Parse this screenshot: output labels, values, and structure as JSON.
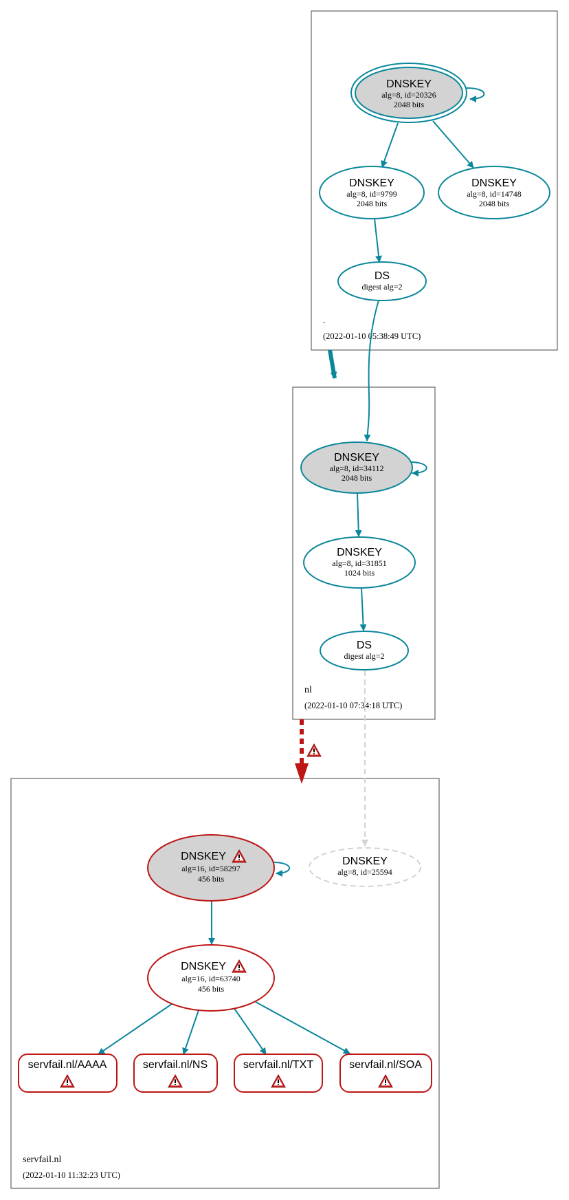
{
  "colors": {
    "secure": "#0a879a",
    "bogus": "#be1515",
    "insecure_dashed": "#d3d3d3",
    "ksk_fill": "#d3d3d3",
    "box_stroke": "#444444"
  },
  "zones": [
    {
      "label": ".",
      "timestamp": "(2022-01-10 05:38:49 UTC)"
    },
    {
      "label": "nl",
      "timestamp": "(2022-01-10 07:34:18 UTC)"
    },
    {
      "label": "servfail.nl",
      "timestamp": "(2022-01-10 11:32:23 UTC)"
    }
  ],
  "nodes": {
    "root_ksk": {
      "title": "DNSKEY",
      "l1": "alg=8, id=20326",
      "l2": "2048 bits"
    },
    "root_zsk1": {
      "title": "DNSKEY",
      "l1": "alg=8, id=9799",
      "l2": "2048 bits"
    },
    "root_zsk2": {
      "title": "DNSKEY",
      "l1": "alg=8, id=14748",
      "l2": "2048 bits"
    },
    "root_ds": {
      "title": "DS",
      "l1": "digest alg=2"
    },
    "nl_ksk": {
      "title": "DNSKEY",
      "l1": "alg=8, id=34112",
      "l2": "2048 bits"
    },
    "nl_zsk": {
      "title": "DNSKEY",
      "l1": "alg=8, id=31851",
      "l2": "1024 bits"
    },
    "nl_ds": {
      "title": "DS",
      "l1": "digest alg=2"
    },
    "sf_ksk": {
      "title": "DNSKEY",
      "l1": "alg=16, id=58297",
      "l2": "456 bits"
    },
    "sf_missing": {
      "title": "DNSKEY",
      "l1": "alg=8, id=25594"
    },
    "sf_zsk": {
      "title": "DNSKEY",
      "l1": "alg=16, id=63740",
      "l2": "456 bits"
    }
  },
  "records": [
    {
      "label": "servfail.nl/AAAA"
    },
    {
      "label": "servfail.nl/NS"
    },
    {
      "label": "servfail.nl/TXT"
    },
    {
      "label": "servfail.nl/SOA"
    }
  ]
}
